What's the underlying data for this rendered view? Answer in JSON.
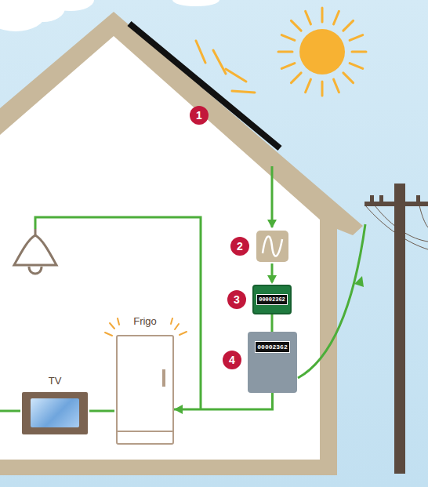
{
  "diagram": {
    "nodes": [
      {
        "text": [
          "00002362"
        ]
      },
      {
        "text": [
          "00002362"
        ]
      },
      {
        "text": [
          "Frigo"
        ]
      },
      {
        "text": [
          "TV"
        ]
      }
    ],
    "edges": [
      {
        "from": 0,
        "to": 1,
        "arrow": "none"
      },
      {
        "from": 1,
        "to": 2,
        "arrow": "to"
      }
    ],
    "labels": [
      "1",
      "2",
      "3",
      "4"
    ]
  }
}
